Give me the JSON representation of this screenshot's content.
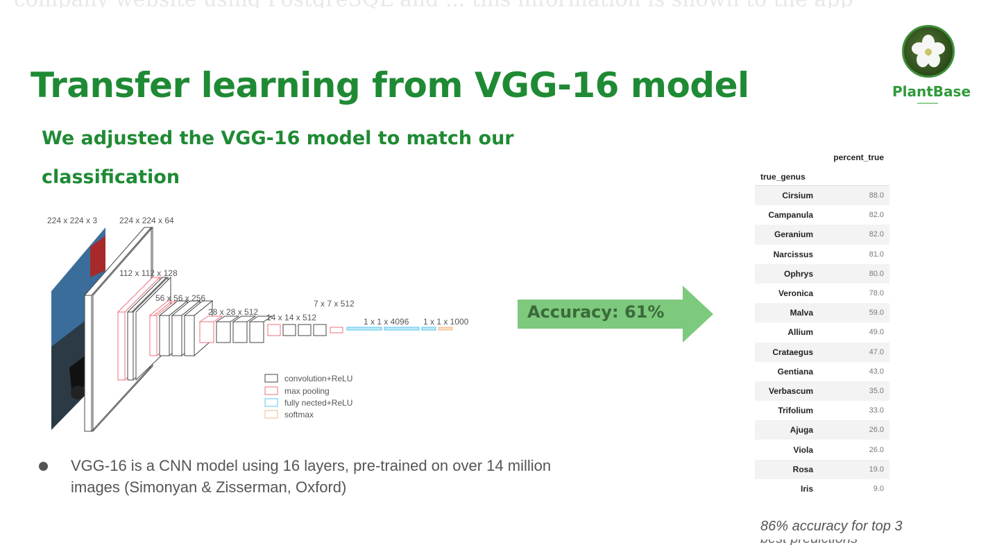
{
  "slide": {
    "top_ghost_text": "company website using PostgreSQL and ... this information is shown to the app",
    "title": "Transfer learning from VGG-16 model",
    "subtitle": "We adjusted the VGG-16 model to match our classification"
  },
  "logo": {
    "brand": "PlantBase"
  },
  "vgg_diagram": {
    "layer_labels": [
      "224 x 224 x 3",
      "224 x 224 x 64",
      "112 x 112 x 128",
      "56 x 56 x 256",
      "28 x 28 x 512",
      "14 x 14 x 512",
      "7 x 7 x 512",
      "1 x 1 x 4096",
      "1 x 1 x 1000"
    ],
    "legend": [
      {
        "label": "convolution+ReLU",
        "color": "#444444"
      },
      {
        "label": "max pooling",
        "color": "#ef6f7a"
      },
      {
        "label": "fully nected+ReLU",
        "color": "#59c6ef"
      },
      {
        "label": "softmax",
        "color": "#f2b88a"
      }
    ]
  },
  "arrow": {
    "label": "Accuracy: 61%",
    "color": "#7dc97d"
  },
  "table": {
    "column_header": "percent_true",
    "index_header": "true_genus",
    "rows": [
      {
        "genus": "Cirsium",
        "value": "88.0"
      },
      {
        "genus": "Campanula",
        "value": "82.0"
      },
      {
        "genus": "Geranium",
        "value": "82.0"
      },
      {
        "genus": "Narcissus",
        "value": "81.0"
      },
      {
        "genus": "Ophrys",
        "value": "80.0"
      },
      {
        "genus": "Veronica",
        "value": "78.0"
      },
      {
        "genus": "Malva",
        "value": "59.0"
      },
      {
        "genus": "Allium",
        "value": "49.0"
      },
      {
        "genus": "Crataegus",
        "value": "47.0"
      },
      {
        "genus": "Gentiana",
        "value": "43.0"
      },
      {
        "genus": "Verbascum",
        "value": "35.0"
      },
      {
        "genus": "Trifolium",
        "value": "33.0"
      },
      {
        "genus": "Ajuga",
        "value": "26.0"
      },
      {
        "genus": "Viola",
        "value": "26.0"
      },
      {
        "genus": "Rosa",
        "value": "19.0"
      },
      {
        "genus": "Iris",
        "value": "9.0"
      }
    ]
  },
  "note": {
    "line1": "86% accuracy for top 3",
    "line2": "best predictions"
  },
  "bullet": {
    "text": "VGG-16 is a CNN model using 16 layers, pre-trained on over 14 million images (Simonyan & Zisserman, Oxford)"
  },
  "colors": {
    "title_green": "#1f8a34",
    "arrow_green": "#7dc97d"
  }
}
